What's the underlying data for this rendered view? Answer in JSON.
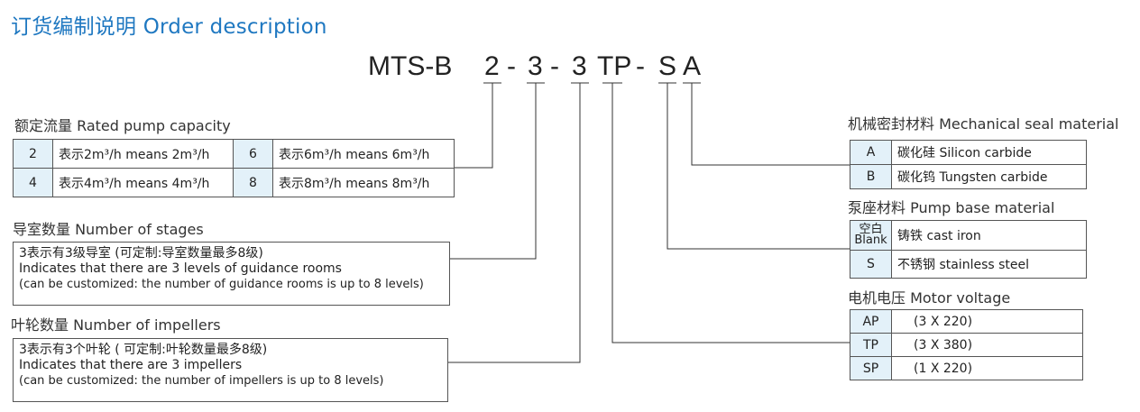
{
  "title": "订货编制说明 Order description",
  "model_code": {
    "prefix": "MTS-B",
    "capacity": "2",
    "sep1": "-",
    "stages": "3",
    "sep2": "-",
    "impellers": "3",
    "voltage": "TP",
    "sep3": "-",
    "base": "S",
    "seal": "A"
  },
  "capacity": {
    "label": "额定流量 Rated pump capacity",
    "rows": [
      [
        {
          "key": "2",
          "desc": "表示2m³/h   means 2m³/h"
        },
        {
          "key": "6",
          "desc": "表示6m³/h   means 6m³/h"
        }
      ],
      [
        {
          "key": "4",
          "desc": "表示4m³/h   means 4m³/h"
        },
        {
          "key": "8",
          "desc": "表示8m³/h   means 8m³/h"
        }
      ]
    ]
  },
  "stages": {
    "label": "导室数量 Number of stages",
    "line1": "3表示有3级导室 (可定制:导室数量最多8级)",
    "line2": "Indicates that there are 3 levels of guidance rooms",
    "line3": "(can be customized: the number of guidance rooms is up to 8 levels)"
  },
  "impellers": {
    "label": "叶轮数量 Number of impellers",
    "line1": "3表示有3个叶轮 ( 可定制:叶轮数量最多8级)",
    "line2": "Indicates that there are 3 impellers",
    "line3": "(can be customized: the number of impellers is up to 8 levels)"
  },
  "seal": {
    "label": "机械密封材料 Mechanical seal material",
    "rows": [
      {
        "key": "A",
        "desc": "碳化硅  Silicon carbide"
      },
      {
        "key": "B",
        "desc": "碳化钨  Tungsten carbide"
      }
    ]
  },
  "base": {
    "label": "泵座材料 Pump base material",
    "rows": [
      {
        "key_cn": "空白",
        "key_en": "Blank",
        "desc": "铸铁 cast iron"
      },
      {
        "key": "S",
        "desc": "不锈钢 stainless steel"
      }
    ]
  },
  "voltage": {
    "label": "电机电压 Motor voltage",
    "rows": [
      {
        "key": "AP",
        "desc": "(3 X 220)"
      },
      {
        "key": "TP",
        "desc": "(3 X 380)"
      },
      {
        "key": "SP",
        "desc": "(1 X 220)"
      }
    ]
  },
  "colors": {
    "title": "#1f78c1",
    "key_cell_bg": "#e3f1f9",
    "line": "#333333"
  }
}
